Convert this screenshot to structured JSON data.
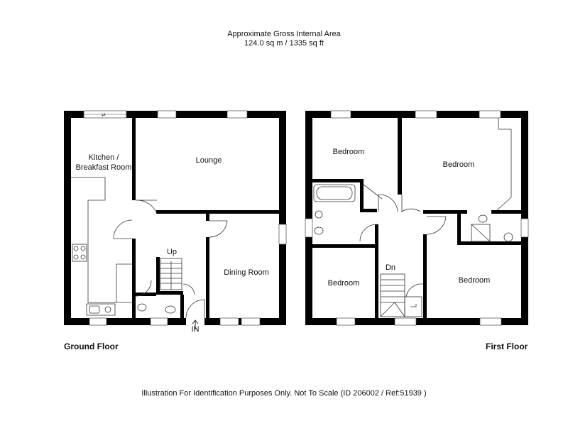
{
  "header": {
    "title": "Approximate Gross Internal Area",
    "area": "124.0 sq m / 1335 sq ft"
  },
  "ground_floor": {
    "label": "Ground Floor",
    "rooms": {
      "kitchen_line1": "Kitchen /",
      "kitchen_line2": "Breakfast Room",
      "lounge": "Lounge",
      "dining": "Dining Room"
    },
    "stairs_label": "Up",
    "entrance_label": "IN"
  },
  "first_floor": {
    "label": "First Floor",
    "rooms": {
      "bedroom_top_left": "Bedroom",
      "bedroom_top_right": "Bedroom",
      "bedroom_bottom_left": "Bedroom",
      "bedroom_bottom_right": "Bedroom"
    },
    "stairs_label": "Dn"
  },
  "footer": "Illustration For Identification Purposes Only. Not To Scale (ID 206002 / Ref:51939 )"
}
